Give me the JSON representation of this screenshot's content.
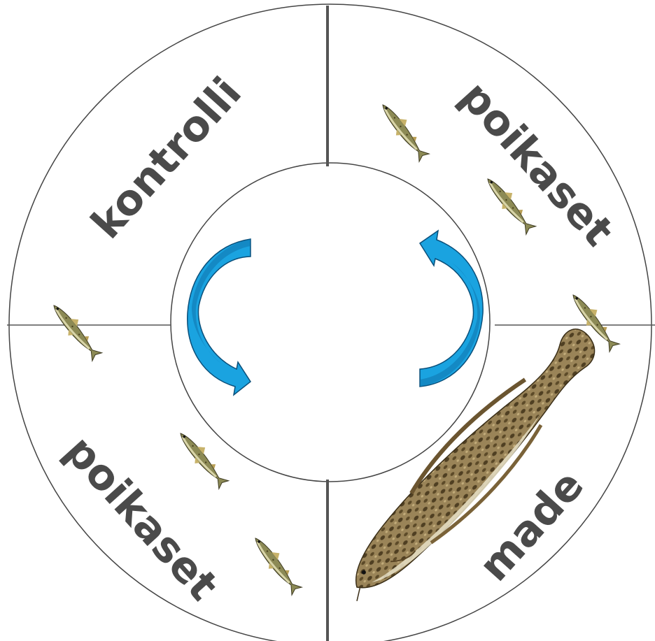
{
  "quadrants": {
    "top_left": {
      "label": "kontrolli"
    },
    "top_right": {
      "label": "poikaset"
    },
    "bottom_left": {
      "label": "poikaset"
    },
    "bottom_right": {
      "label": "made"
    }
  },
  "colors": {
    "arrow_fill": "#1aa3e0",
    "arrow_shade": "#0d6fa8",
    "arrow_stroke": "#0a4f7a",
    "ring_stroke": "#444444",
    "label_text": "#4a4a4a"
  },
  "icons": {
    "small_fish": "juvenile-fish-icon",
    "large_fish": "burbot-fish-icon",
    "rotation_arrow": "curved-arrow-icon"
  }
}
